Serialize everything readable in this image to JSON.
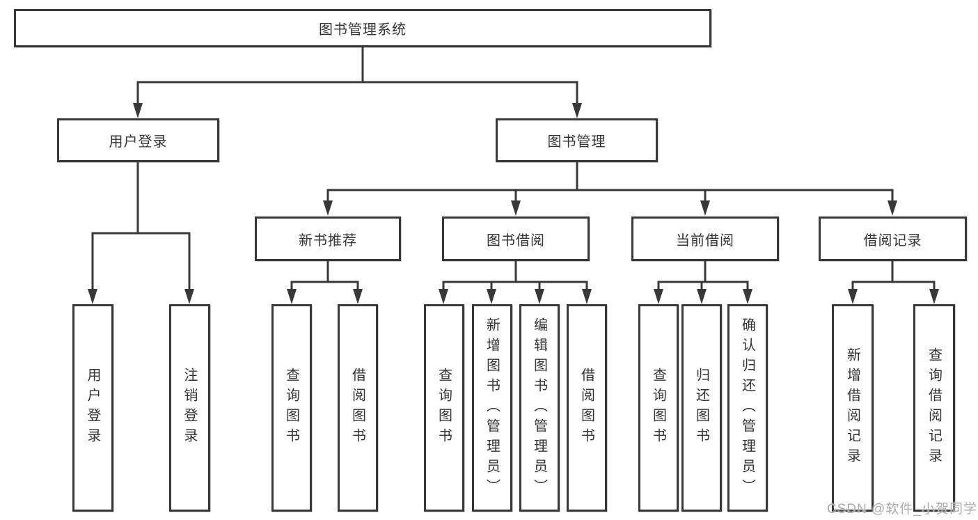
{
  "nodes": {
    "root": "图书管理系统",
    "user_login": "用户登录",
    "book_mgmt": "图书管理",
    "new_book_rec": "新书推荐",
    "book_borrow": "图书借阅",
    "current_borrow": "当前借阅",
    "borrow_records": "借阅记录",
    "leaf_user_login": "用户登录",
    "leaf_logout": "注销登录",
    "leaf_nb_query": "查询图书",
    "leaf_nb_borrow": "借阅图书",
    "leaf_bb_query": "查询图书",
    "leaf_bb_add": "新增图书（管理员）",
    "leaf_bb_edit": "编辑图书（管理员）",
    "leaf_bb_borrow": "借阅图书",
    "leaf_cb_query": "查询图书",
    "leaf_cb_return": "归还图书",
    "leaf_cb_confirm": "确认归还（管理员）",
    "leaf_br_add": "新增借阅记录",
    "leaf_br_query": "查询借阅记录"
  },
  "watermark": "CSDN @软件_小贺同学",
  "colors": {
    "line": "#383838",
    "text": "#333333",
    "watermark": "#ababab",
    "background": "#ffffff"
  }
}
